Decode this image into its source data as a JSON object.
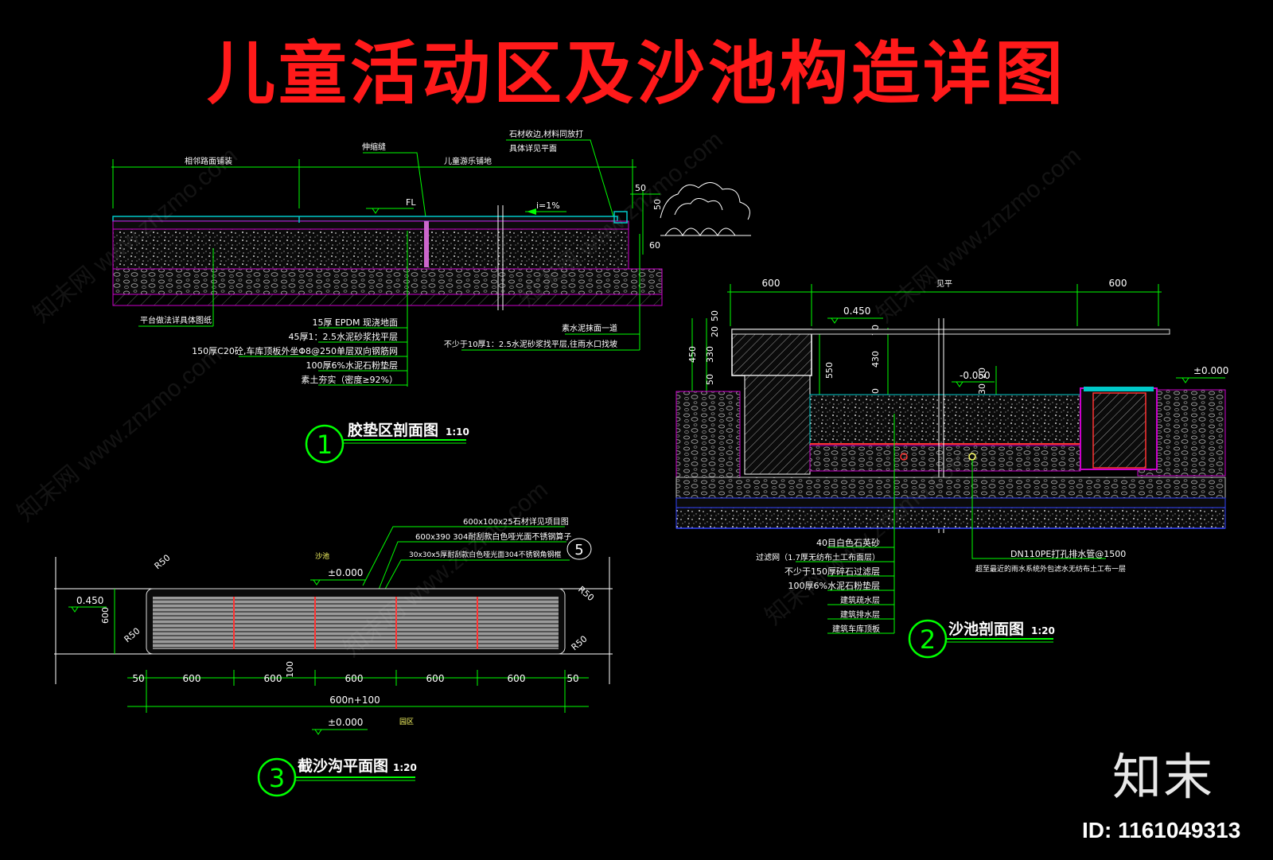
{
  "title": "儿童活动区及沙池构造详图",
  "brand": "知末",
  "image_id": "ID: 1161049313",
  "watermark": "知末网 www.znzmo.com",
  "section1": {
    "number": "1",
    "title": "胶垫区剖面图",
    "scale": "1:10",
    "top_labels": [
      "相邻路面铺装",
      "伸缩缝",
      "儿童游乐铺地"
    ],
    "note_stone": [
      "石材收边,材料同放打",
      "具体详见平面"
    ],
    "fl": "FL",
    "slope": "i=1%",
    "dims": [
      "50",
      "50",
      "60"
    ],
    "left_note": "平台做法详具体图纸",
    "layers": [
      "15厚 EPDM 现浇地面",
      "45厚1：2.5水泥砂浆找平层",
      "150厚C20砼,车库顶板外坐Φ8@250单层双向钢筋网",
      "100厚6%水泥石粉垫层",
      "素土夯实（密度≥92%）"
    ],
    "right_notes": [
      "素水泥抹面一道",
      "不少于10厚1：2.5水泥砂浆找平层,往雨水口找坡"
    ]
  },
  "section2": {
    "number": "2",
    "title": "沙池剖面图",
    "scale": "1:20",
    "top_dims": [
      "600",
      "见平",
      "600"
    ],
    "dims": [
      "0.450",
      "50",
      "20",
      "450",
      "330",
      "50",
      "70",
      "550",
      "430",
      "50",
      "350",
      "120",
      "30",
      "20"
    ],
    "levels": [
      "-0.050",
      "±0.000"
    ],
    "layers": [
      "40目白色石英砂",
      "过滤网（1.7厚无纺布土工布面层）",
      "不少于150厚碎石过滤层",
      "100厚6%水泥石粉垫层",
      "建筑疏水层",
      "建筑排水层",
      "建筑车库顶板"
    ],
    "pipe": [
      "DN110PE打孔排水管@1500",
      "超至最近的雨水系统外包滤水无纺布土工布一层"
    ]
  },
  "section3": {
    "number": "3",
    "title": "截沙沟平面图",
    "scale": "1:20",
    "callouts": [
      "600x100x25石材详见项目图",
      "600x390  304耐刮款白色哑光面不锈钢算子",
      "30x30x5厚耐刮款白色哑光面304不锈钢角钢框"
    ],
    "detail_ref": "5",
    "sand": "沙池",
    "garden": "园区",
    "levels": [
      "±0.000",
      "0.450",
      "±0.000"
    ],
    "radius": [
      "R50",
      "R50",
      "R50",
      "R50"
    ],
    "dim_600_side": "600",
    "bottom_dims": [
      "50",
      "600",
      "600",
      "600",
      "600",
      "600",
      "50"
    ],
    "dim_100": "100",
    "total": "600n+100"
  },
  "colors": {
    "background": "#000000",
    "title": "#ff1a1a",
    "dimension": "#00ff00",
    "layer": "#cc00cc",
    "surface": "#00c8c8",
    "text": "#ffffff",
    "annotation": "#ffff66"
  }
}
